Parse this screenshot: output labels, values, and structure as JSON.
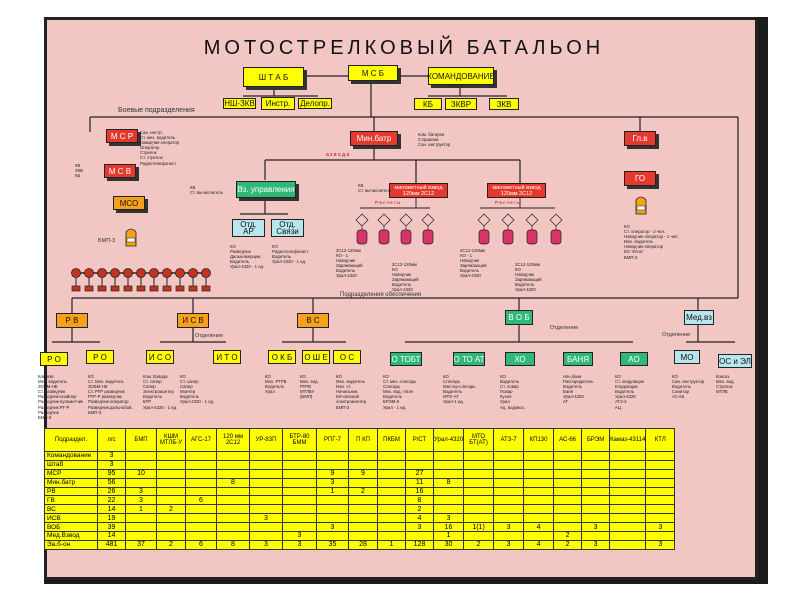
{
  "title": "МОТОСТРЕЛКОВЫЙ БАТАЛЬОН",
  "colors": {
    "board": "#f2c6c2",
    "yellow": "#ffff00",
    "red": "#e43a2e",
    "orange": "#f7a11a",
    "green": "#2fb87a",
    "light_blue": "#b8e6ee",
    "vehicle": "#c7321f",
    "person": "#d9346a"
  },
  "hq": {
    "shtab": "Ш Т А Б",
    "msb": "М С Б",
    "command": "КОМАНДОВАНИЕ",
    "nsh_zkv": "НШ-ЗКВ",
    "instr": "Инстр.",
    "deloproizv": "Делопр.",
    "kb": "КБ",
    "zkvr": "ЗКВР",
    "zkv": "ЗКВ"
  },
  "left_column": {
    "header": "Боевые подразделения",
    "msr": "М С Р",
    "msv": "М С В",
    "mso": "МСО",
    "bmp": "БМП-3",
    "mso_note": "Сан. инстр.\nСт. мех. водитель\nНаводчик-оператор\nОператор\nСтрелок\nСт. стрелок\nРадиотелефонист",
    "left_note": "КВ\nЗКВ\nКБ"
  },
  "minbatr": {
    "name": "Мин.батр",
    "note": "Ком. батареи\nСтаршина\nСан. инструктор",
    "azvoda": "а з в о д а",
    "vz_upr": "Вз. управления",
    "vz_note": "КВ\nСт. вычислитель",
    "otd_ar": "Отд.\nАР",
    "otd_sv": "Отд.\nСвязи",
    "otd_ar_note": "КО\nРазведчик\nДальномерщик\nВодитель\nУрал-4320 - 1 ед.",
    "otd_sv_note": "КО\nРадиотелефонист\nВодитель\nУрал-4320 - 1 ед.",
    "mv1": "минометный взвод\n120мм 2С12",
    "mv2": "минометный взвод\n120мм 2С12",
    "mv1_note": "КВ\nСт. вычислитель",
    "raschet": "Р а с ч е т ы",
    "crew_note1": "2С12-120мм\nКО - 1\nНаводчик\nЗаряжающий\nВодитель\nУрал-4320",
    "crew_note2": "2С12-120мм\nКО\nНаводчик\nЗаряжающий\nВодитель\nУрал-4320"
  },
  "glv": {
    "name": "Гл.в",
    "go": "ГО",
    "note": "КО\nСт. оператор - 2 чел.\nНаводчик-оператор - 1 чел.\nМех. водитель\nНаводчик-оператор\nКО \"Игла\"\nБМП-3"
  },
  "support": {
    "header": "Подразделения обеспечения",
    "rv": "Р В",
    "isv": "И С В",
    "vs": "В С",
    "vob": "В О Б",
    "medv": "Мед.вз",
    "otdelenie": "Отделение",
    "ro1": "Р О",
    "ro2": "Р О",
    "iso": "И С О",
    "ito": "И Т О",
    "okb": "О К Б",
    "oshe": "О Ш Е",
    "os": "О С",
    "otobt": "О ТОБТ",
    "otoat": "О ТО АТ",
    "khlo": "ХО",
    "banya": "БАНЯ",
    "ao": "АО",
    "mo": "МО",
    "os_ie": "ОС и ЭЛ",
    "ro1_note": "Ком.взв\nМех. водитель\nЗОБМ-НЕ\nСт. разведчик\nРазведчик-снайпер\nРазведчик-пулеметчик\nРазведчик РТ-Р\nРазведчик\nБМП-3",
    "ro2_note": "КО\nСт. Мех. водитель\nЗОБМ-НЕ\nСт. РТР разведчик\nРТР-Р разведчик\nРазведчик-оператор\nРазведчик дальнобой.\nБМП-3",
    "iso_note": "Ком. Взвода\nСт. сапер\nСапер\nЭлектромонтер\nВодитель\nБТР\nУрал-4320 - 1 ед.",
    "ito_note": "КО\nСт. сапер\nСапер\nМонтер\nВодитель\nУрал-4320 - 1 ед.",
    "okb_note": "КО\nМех. РТРВ\nВодитель\nУрал",
    "oshe_note": "КО\nМех. вод.\nРТРВ\nМТЛБУ\n(БМП)",
    "os_note": "КО\nМех. водитель\nМех. ст.\nНачальник\nКИ-связной\nэлектромонтер\nБМП-3",
    "otobt_note": "КО\nСт. мех.-слесарь\nСлесарь\nМех. вод. тягач\nВодитель\nБРЭМ-К\nУрал - 1 ед.",
    "otoat_note": "КО\nСлесарь\nМастер-слесарь\nВодитель\nМТО-АТ\nУрал-1 ед.",
    "khlo_note": "КО\nВодитель\nСт. повар\nПовар\nКухня\nУрал\nАц. водовоз.",
    "banya_note": "Нач.бани\nРаспорядитель\nВодитель\nБаня\nУрал-4320\nАТ",
    "ao_note": "КО\nСт. кладовщик\nКладовщик\nВодитель\nУрал-4320\nАТЗ-3\nАЦ",
    "mo_note": "КО\nСан. инструктор\nВодитель\nСанитар\nАС-66",
    "os_ie_note": "Ком.вз.\nМех. вод.\nСтрелок\nМТЛБ"
  },
  "table": {
    "headers": [
      "Подраздел.",
      "л/с",
      "БМП",
      "КШМ МТЛБ-У",
      "АГС-17",
      "120 мм 2С12",
      "УР-83П",
      "БТР-80 БММ",
      "РПГ-7",
      "П КП",
      "ПКБМ",
      "Р/СТ",
      "Урал-4320",
      "МТО БТ(АТ)",
      "АТЗ-7",
      "КП130",
      "АС-66",
      "БРЭМ",
      "Камаз-43114",
      "КТЛ"
    ],
    "rows": [
      [
        "Командование",
        "3",
        "",
        "",
        "",
        "",
        "",
        "",
        "",
        "",
        "",
        "",
        "",
        "",
        "",
        "",
        "",
        "",
        "",
        ""
      ],
      [
        "Штаб",
        "3",
        "",
        "",
        "",
        "",
        "",
        "",
        "",
        "",
        "",
        "",
        "",
        "",
        "",
        "",
        "",
        "",
        "",
        ""
      ],
      [
        "МСР",
        "95",
        "10",
        "",
        "",
        "",
        "",
        "",
        "9",
        "9",
        "",
        "27",
        "",
        "",
        "",
        "",
        "",
        "",
        "",
        ""
      ],
      [
        "Мин.батр",
        "56",
        "",
        "",
        "",
        "8",
        "",
        "",
        "3",
        "",
        "",
        "11",
        "8",
        "",
        "",
        "",
        "",
        "",
        "",
        ""
      ],
      [
        "РВ",
        "26",
        "3",
        "",
        "",
        "",
        "",
        "",
        "1",
        "2",
        "",
        "16",
        "",
        "",
        "",
        "",
        "",
        "",
        "",
        ""
      ],
      [
        "ГВ",
        "22",
        "3",
        "",
        "6",
        "",
        "",
        "",
        "",
        "",
        "",
        "8",
        "",
        "",
        "",
        "",
        "",
        "",
        "",
        ""
      ],
      [
        "ВС",
        "14",
        "1",
        "2",
        "",
        "",
        "",
        "",
        "",
        "",
        "",
        "2",
        "",
        "",
        "",
        "",
        "",
        "",
        "",
        ""
      ],
      [
        "ИСВ",
        "19",
        "",
        "",
        "",
        "",
        "3",
        "",
        "",
        "",
        "",
        "4",
        "3",
        "",
        "",
        "",
        "",
        "",
        "",
        ""
      ],
      [
        "ВОБ",
        "39",
        "",
        "",
        "",
        "",
        "",
        "",
        "3",
        "",
        "",
        "3",
        "16",
        "1(1)",
        "3",
        "4",
        "",
        "3",
        "",
        "3"
      ],
      [
        "Мед.Взвод",
        "14",
        "",
        "",
        "",
        "",
        "",
        "3",
        "",
        "",
        "",
        "",
        "1",
        "",
        "",
        "",
        "2",
        "",
        "",
        ""
      ],
      [
        "Эа.б-он",
        "481",
        "37",
        "2",
        "6",
        "8",
        "3",
        "3",
        "35",
        "28",
        "1",
        "128",
        "30",
        "2",
        "3",
        "4",
        "2",
        "3",
        "",
        "3"
      ]
    ]
  }
}
